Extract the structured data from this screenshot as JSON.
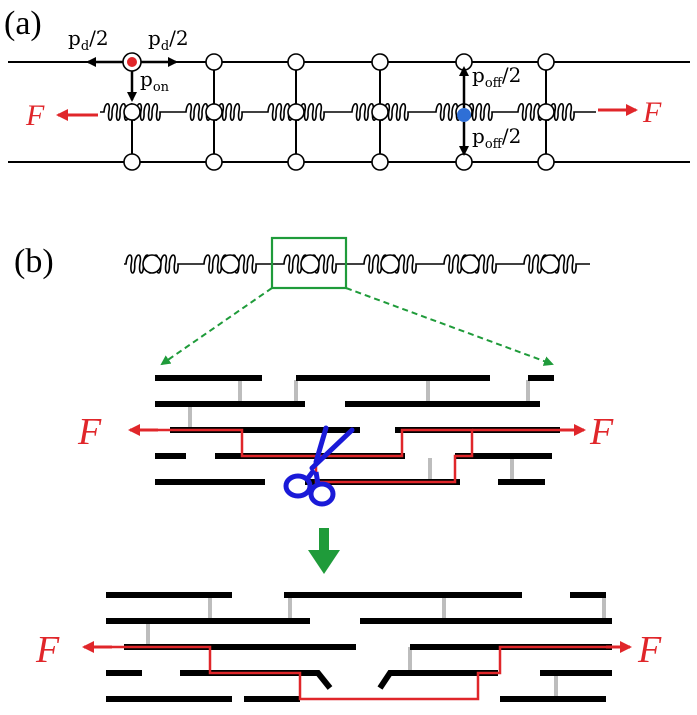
{
  "panel_a": {
    "label": "(a)",
    "rate_diffusion": "p",
    "rate_diffusion_sub": "d",
    "rate_diffusion_tail": "/2",
    "rate_on": "p",
    "rate_on_sub": "on",
    "rate_off": "p",
    "rate_off_sub": "off",
    "rate_off_tail": "/2",
    "force": "F"
  },
  "panel_b": {
    "label": "(b)",
    "force": "F"
  },
  "colors": {
    "force": "#e0262a",
    "highlight_box": "#1f9b3a",
    "zoom_arrow": "#1f9b3a",
    "scissors": "#1a1ad8",
    "path": "#e0262a",
    "bound_node": "#e0262a",
    "unbound_node": "#2f6fd6",
    "filament": "#000000",
    "crosslink": "#bdbdbd"
  },
  "icons": {
    "cut": "scissors-icon",
    "down_arrow": "down-arrow-icon"
  }
}
